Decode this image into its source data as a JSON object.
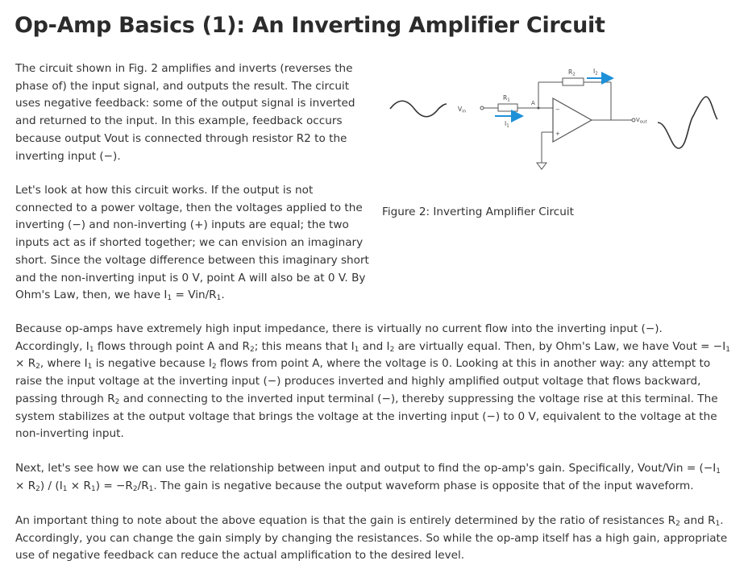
{
  "page": {
    "title": "Op-Amp Basics (1): An Inverting Amplifier Circuit"
  },
  "paragraphs": {
    "p1": "The circuit shown in Fig. 2 amplifies and inverts (reverses the phase of) the input signal, and outputs the result. The circuit uses negative feedback: some of the output signal is inverted and returned to the input. In this example, feedback occurs because output Vout is connected through resistor R2 to the inverting input (−).",
    "p2_text": "Let's look at how this circuit works. If the output is not connected to a power voltage, then the voltages applied to the inverting (−) and non-inverting (+) inputs are equal; the two inputs act as if shorted together; we can envision an imaginary short. Since the voltage difference between this imaginary short and the non-inverting input is 0 V, point A will also be at 0 V. By Ohm's Law, then, we have I",
    "p2_sub1": "1",
    "p2_eq": " = Vin/R",
    "p2_sub2": "1",
    "p2_end": ".",
    "p3_a": "Because op-amps have extremely high input impedance, there is virtually no current flow into the inverting input (−). Accordingly, I",
    "p3_s1": "1",
    "p3_b": " flows through point A and R",
    "p3_s2": "2",
    "p3_c": "; this means that I",
    "p3_s3": "1",
    "p3_d": " and I",
    "p3_s4": "2",
    "p3_e": " are virtually equal. Then, by Ohm's Law, we have Vout = −I",
    "p3_s5": "1",
    "p3_f": " × R",
    "p3_s6": "2",
    "p3_g": ", where I",
    "p3_s7": "1",
    "p3_h": " is negative because I",
    "p3_s8": "2",
    "p3_i": " flows from point A, where the voltage is 0. Looking at this in another way: any attempt to raise the input voltage at the inverting input (−) produces inverted and highly amplified output voltage that flows backward, passing through R",
    "p3_s9": "2",
    "p3_j": " and connecting to the inverted input terminal (−), thereby suppressing the voltage rise at this terminal. The system stabilizes at the output voltage that brings the voltage at the inverting input (−) to 0 V, equivalent to the voltage at the non-inverting input.",
    "p4_a": "Next, let's see how we can use the relationship between input and output to find the op-amp's gain. Specifically, Vout/Vin = (−I",
    "p4_s1": "1",
    "p4_b": " × R",
    "p4_s2": "2",
    "p4_c": ") / (I",
    "p4_s3": "1",
    "p4_d": " × R",
    "p4_s4": "1",
    "p4_e": ") = −R",
    "p4_s5": "2",
    "p4_f": "/R",
    "p4_s6": "1",
    "p4_g": ". The gain is negative because the output waveform phase is opposite that of the input waveform.",
    "p5_a": "An important thing to note about the above equation is that the gain is entirely determined by the ratio of resistances R",
    "p5_s1": "2",
    "p5_b": " and R",
    "p5_s2": "1",
    "p5_c": ". Accordingly, you can change the gain simply by changing the resistances. So while the op-amp itself has a high gain, appropriate use of negative feedback can reduce the actual amplification to the desired level."
  },
  "figure": {
    "caption": "Figure 2: Inverting Amplifier Circuit",
    "labels": {
      "vin": "V",
      "vin_sub": "in",
      "vout": "V",
      "vout_sub": "out",
      "r1": "R",
      "r1_sub": "1",
      "r2": "R",
      "r2_sub": "2",
      "i1": "I",
      "i1_sub": "1",
      "i2": "I",
      "i2_sub": "2",
      "node_a": "A",
      "minus": "−",
      "plus": "+"
    },
    "colors": {
      "arrow": "#1e90d8",
      "wire": "#555555"
    }
  }
}
